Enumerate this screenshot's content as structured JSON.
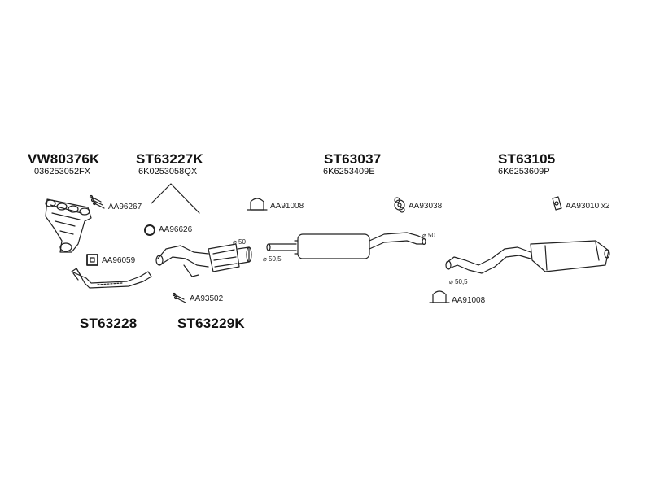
{
  "parts": {
    "vw80376k": {
      "code": "VW80376K",
      "oe": "036253052FX"
    },
    "st63227k": {
      "code": "ST63227K",
      "oe": "6K0253058QX"
    },
    "st63037": {
      "code": "ST63037",
      "oe": "6K6253409E"
    },
    "st63105": {
      "code": "ST63105",
      "oe": "6K6253609P"
    },
    "st63228": {
      "code": "ST63228"
    },
    "st63229k": {
      "code": "ST63229K"
    }
  },
  "accessories": {
    "aa96267": "AA96267",
    "aa96626": "AA96626",
    "aa96059": "AA96059",
    "aa93502": "AA93502",
    "aa91008_a": "AA91008",
    "aa93038": "AA93038",
    "aa93010": "AA93010 x2",
    "aa91008_b": "AA91008"
  },
  "dimensions": {
    "d50_cat": "⌀ 50",
    "d50_5_front": "⌀ 50,5",
    "d50_front": "⌀ 50",
    "d50_5_rear": "⌀ 50,5"
  }
}
